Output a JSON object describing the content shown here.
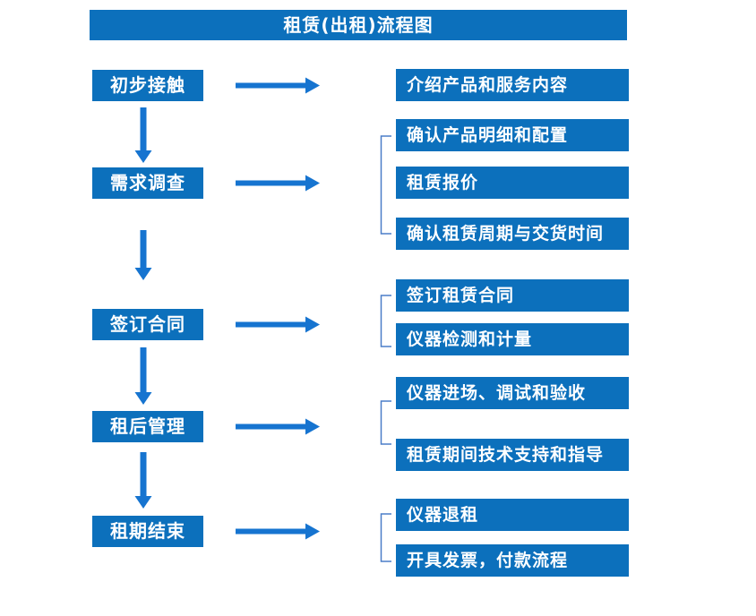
{
  "title": "租赁(出租)流程图",
  "colors": {
    "box_fill": "#0C70BC",
    "arrow_fill": "#1674D0",
    "bracket_stroke": "#4B7EC8",
    "text": "#FFFFFF",
    "background": "#FFFFFF"
  },
  "flow": {
    "steps": [
      {
        "label": "初步接触",
        "details": [
          "介绍产品和服务内容"
        ]
      },
      {
        "label": "需求调查",
        "details": [
          "确认产品明细和配置",
          "租赁报价",
          "确认租赁周期与交货时间"
        ]
      },
      {
        "label": "签订合同",
        "details": [
          "签订租赁合同",
          "仪器检测和计量"
        ]
      },
      {
        "label": "租后管理",
        "details": [
          "仪器进场、调试和验收",
          "租赁期间技术支持和指导"
        ]
      },
      {
        "label": "租期结束",
        "details": [
          "仪器退租",
          "开具发票，付款流程"
        ]
      }
    ]
  }
}
